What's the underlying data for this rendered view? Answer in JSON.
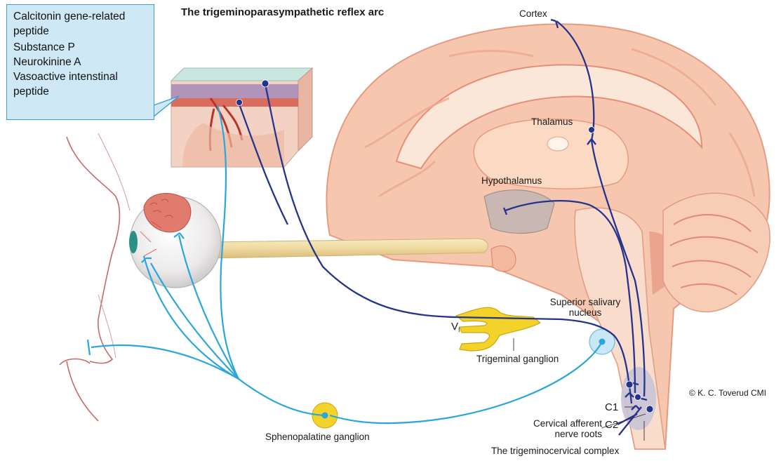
{
  "title": "The trigeminoparasympathetic reflex arc",
  "callout": {
    "items": [
      "Calcitonin gene-related peptide",
      "Substance P",
      "Neurokinine A",
      "Vasoactive intenstinal peptide"
    ]
  },
  "labels": {
    "cortex": "Cortex",
    "thalamus": "Thalamus",
    "hypothalamus": "Hypothalamus",
    "superior_salivary_nucleus": "Superior salivary nucleus",
    "v1_main": "V",
    "v1_sub": "I",
    "trigeminal_ganglion": "Trigeminal ganglion",
    "sphenopalatine_ganglion": "Sphenopalatine ganglion",
    "c1": "C1",
    "c2": "C2",
    "cervical_afferent_nerve_roots": "Cervical afferent nerve roots",
    "trigeminocervical_complex": "The trigeminocervical complex",
    "copyright": "© K. C. Toverud CMI"
  },
  "colors": {
    "nerve_dark": "#24338c",
    "nerve_light": "#29a6dc",
    "brain_tissue": "#f6c7ae",
    "brain_deep": "#e58e78",
    "ganglion_yellow": "#f3d22a",
    "callout_fill": "#cfe8f6",
    "callout_border": "#3a9fd3"
  }
}
